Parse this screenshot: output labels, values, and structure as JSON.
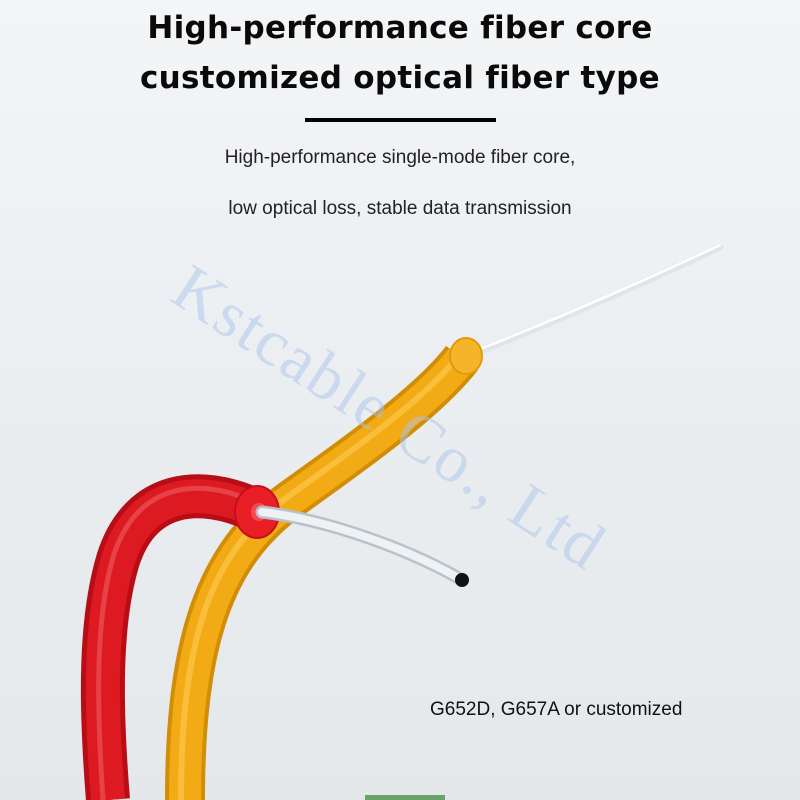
{
  "heading": {
    "line1": "High-performance fiber core",
    "line2": "customized optical fiber type"
  },
  "description": {
    "line1": "High-performance single-mode fiber core,",
    "line2": "low optical loss, stable data transmission"
  },
  "spec_note": "G652D, G657A or customized",
  "watermark": "Kstcable Co., Ltd",
  "colors": {
    "red_jacket": "#d8141d",
    "yellow_jacket": "#f0a80e",
    "background": "#eceff1"
  }
}
